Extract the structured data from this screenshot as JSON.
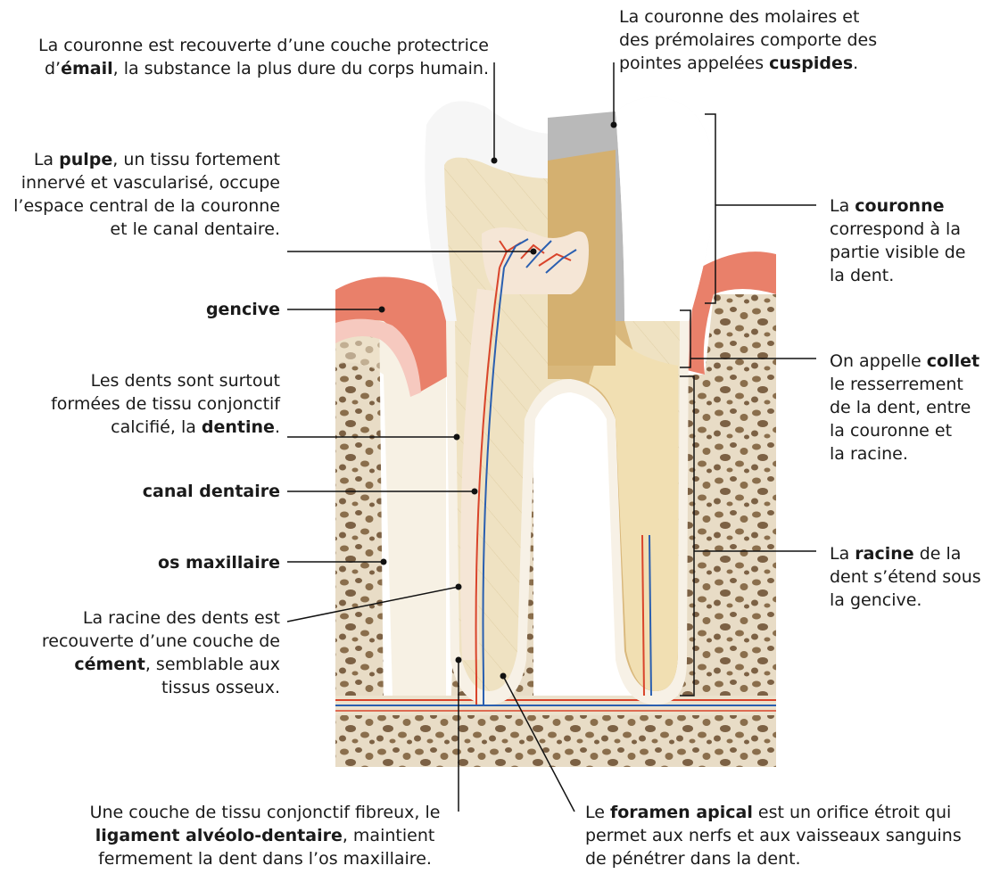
{
  "labels": {
    "email": {
      "a": "La couronne est recouverte d’une couche protectrice",
      "b": "d’",
      "c": "émail",
      "d": ", la substance la plus dure du corps humain."
    },
    "cuspides": {
      "a": "La couronne des molaires et",
      "b": "des prémolaires comporte des",
      "c": "pointes appelées ",
      "d": "cuspides",
      "e": "."
    },
    "pulpe": {
      "a": "La ",
      "b": "pulpe",
      "c": ", un tissu fortement",
      "d": "innervé et vascularisé, occupe",
      "e": "l’espace central de la couronne",
      "f": "et le canal dentaire."
    },
    "couronne": {
      "a": "La ",
      "b": "couronne",
      "c": "correspond à la",
      "d": "partie visible de",
      "e": "la dent."
    },
    "gencive": {
      "a": "gencive"
    },
    "collet": {
      "a": "On appelle ",
      "b": "collet",
      "c": "le resserrement",
      "d": "de la dent, entre",
      "e": "la couronne et",
      "f": "la racine."
    },
    "dentine": {
      "a": "Les dents sont surtout",
      "b": "formées de tissu conjonctif",
      "c": "calcifié, la ",
      "d": "dentine",
      "e": "."
    },
    "canal": {
      "a": "canal dentaire"
    },
    "os": {
      "a": "os maxillaire"
    },
    "racine": {
      "a": "La ",
      "b": "racine",
      "c": " de la",
      "d": "dent s’étend sous",
      "e": "la gencive."
    },
    "cement": {
      "a": "La racine des dents est",
      "b": "recouverte d’une couche de",
      "c": "cément",
      "d": ", semblable aux",
      "e": "tissus osseux."
    },
    "ligament": {
      "a": "Une couche de tissu conjonctif fibreux, le",
      "b": "ligament alvéolo-dentaire",
      "c": ", maintient",
      "d": "fermement la dent dans l’os maxillaire."
    },
    "foramen": {
      "a": "Le ",
      "b": "foramen apical",
      "c": " est un orifice étroit qui",
      "d": "permet aux nerfs et aux vaisseaux sanguins",
      "e": "de pénétrer dans la dent."
    }
  },
  "colors": {
    "enamel": "#f4f4f4",
    "dentin": "#eedfb8",
    "dentin_cut": "#d9b87c",
    "pulp": "#f5e6d6",
    "gum": "#e9806a",
    "bone": "#e6dac4",
    "bone_hole": "#8a6e4c",
    "nerve_red": "#d9442b",
    "nerve_blue": "#2a5fb0",
    "leader": "#111111"
  }
}
